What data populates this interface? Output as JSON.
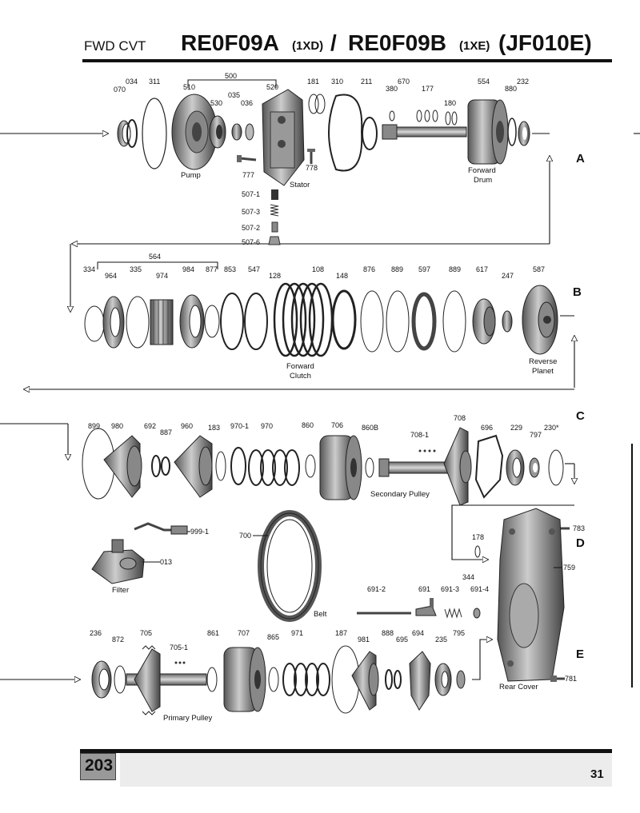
{
  "header": {
    "prefix": "FWD CVT",
    "model_a": "RE0F09A",
    "model_a_code": "(1XD)",
    "separator": "/",
    "model_b": "RE0F09B",
    "model_b_code": "(1XE)",
    "model_c": "(JF010E)"
  },
  "sections": {
    "a": "A",
    "b": "B",
    "c": "C",
    "d": "D",
    "e": "E"
  },
  "row_a": {
    "p070": "070",
    "p034": "034",
    "p311": "311",
    "p500": "500",
    "p510": "510",
    "p520": "520",
    "p530": "530",
    "p035": "035",
    "p036": "036",
    "p181": "181",
    "p310": "310",
    "p211": "211",
    "p670": "670",
    "p380": "380",
    "p177": "177",
    "p180": "180",
    "p554": "554",
    "p880": "880",
    "p232": "232",
    "p777": "777",
    "p778": "778",
    "p507_1": "507-1",
    "p507_3": "507-3",
    "p507_2": "507-2",
    "p507_6": "507-6",
    "pump": "Pump",
    "stator": "Stator",
    "forward": "Forward",
    "drum": "Drum"
  },
  "row_b": {
    "p564": "564",
    "p334": "334",
    "p964": "964",
    "p335": "335",
    "p974": "974",
    "p984": "984",
    "p877": "877",
    "p853": "853",
    "p547": "547",
    "p128": "128",
    "p108": "108",
    "p148": "148",
    "p876": "876",
    "p889a": "889",
    "p597": "597",
    "p889b": "889",
    "p617": "617",
    "p247": "247",
    "p587": "587",
    "forward": "Forward",
    "clutch": "Clutch",
    "reverse": "Reverse",
    "planet": "Planet"
  },
  "row_c": {
    "p899": "899",
    "p980": "980",
    "p692": "692",
    "p887": "887",
    "p960": "960",
    "p183": "183",
    "p970_1": "970-1",
    "p970": "970",
    "p860": "860",
    "p706": "706",
    "p860b": "860B",
    "p708_1": "708-1",
    "p708": "708",
    "p696": "696",
    "p229": "229",
    "p797": "797",
    "p230": "230*",
    "secondary_pulley": "Secondary Pulley"
  },
  "row_d": {
    "p999_1": "999-1",
    "p013": "013",
    "filter": "Filter",
    "p700": "700",
    "belt": "Belt",
    "p178": "178",
    "p783": "783",
    "p759": "759",
    "p344": "344",
    "p691_2": "691-2",
    "p691": "691",
    "p691_3": "691-3",
    "p691_4": "691-4"
  },
  "row_e": {
    "p236": "236",
    "p872": "872",
    "p705": "705",
    "p705_1": "705-1",
    "p861": "861",
    "p707": "707",
    "p865": "865",
    "p971": "971",
    "p187": "187",
    "p981": "981",
    "p888": "888",
    "p695": "695",
    "p694": "694",
    "p235": "235",
    "p795": "795",
    "p781": "781",
    "primary_pulley": "Primary Pulley",
    "rear_cover": "Rear Cover"
  },
  "footer": {
    "badge": "203",
    "page_number": "31"
  }
}
